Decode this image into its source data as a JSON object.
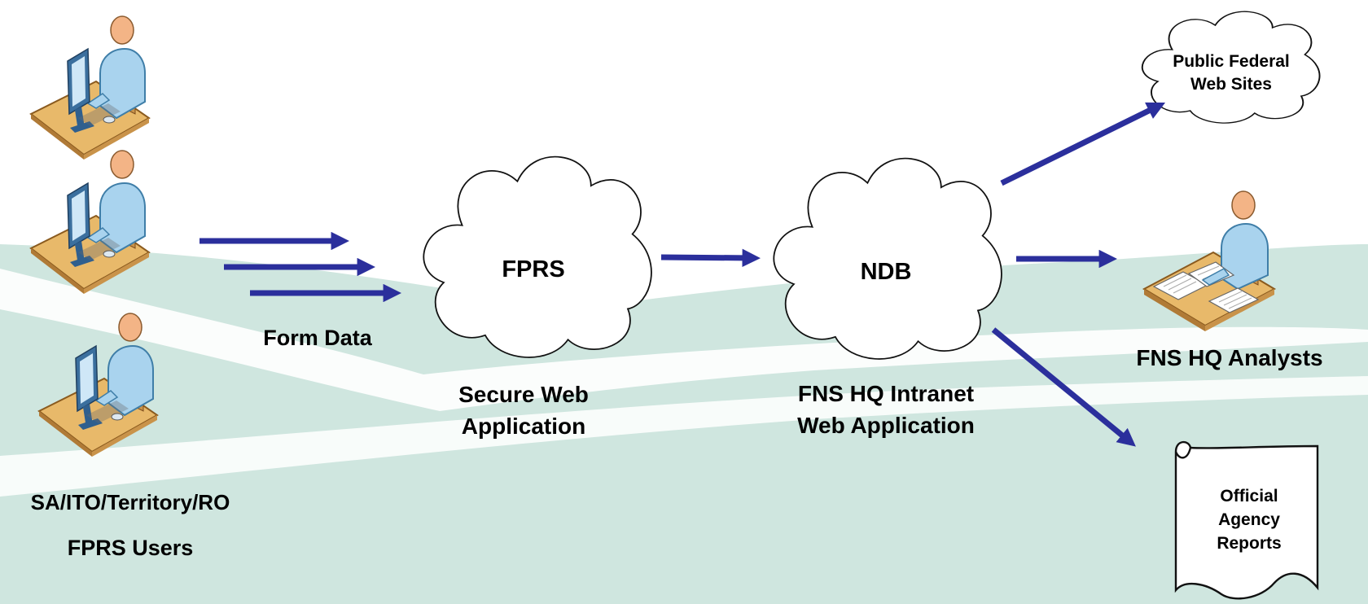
{
  "colors": {
    "background": "#ffffff",
    "swoosh": "#cfe6df",
    "arrow": "#2b2f9c",
    "cloud_stroke": "#111111",
    "desk": "#e8b96a",
    "person_body": "#a9d3ee",
    "skin": "#f3b486",
    "monitor": "#3b6f9e"
  },
  "icons": {
    "user_workstation": "person-at-computer-icon",
    "analyst": "person-reviewing-documents-icon",
    "cloud": "cloud-icon",
    "report": "document-scroll-icon"
  },
  "labels": {
    "form_data": "Form Data",
    "users_line1": "SA/ITO/Territory/RO",
    "users_line2": "FPRS Users",
    "fprs_cloud": "FPRS",
    "secure_line1": "Secure Web",
    "secure_line2": "Application",
    "ndb_cloud": "NDB",
    "intranet_line1": "FNS HQ Intranet",
    "intranet_line2": "Web Application",
    "public_line1": "Public Federal",
    "public_line2": "Web Sites",
    "analysts": "FNS HQ Analysts",
    "report_line1": "Official",
    "report_line2": "Agency",
    "report_line3": "Reports"
  }
}
